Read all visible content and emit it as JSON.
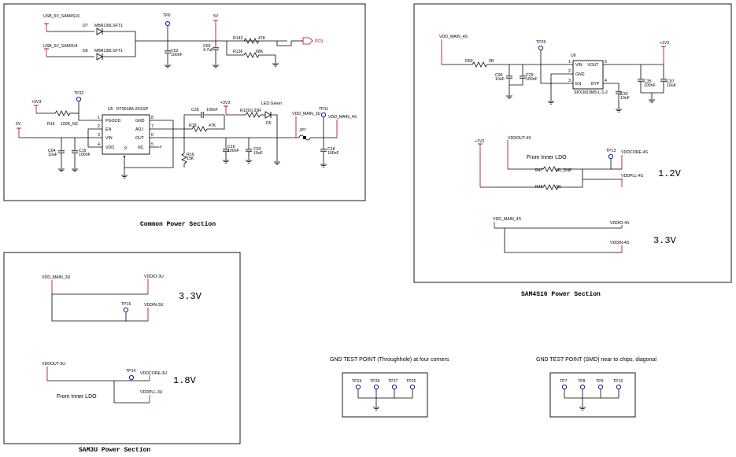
{
  "common": {
    "usb_5v_sam4s16": "USB_5V_SAM4S16",
    "usb_5v_sam3u4": "USB_5V_SAM3U4",
    "d7": "D7",
    "d7_part": "MBR130LSFT1",
    "d6": "D6",
    "d6_part": "MBR130LSFT1",
    "tp6": "TP6",
    "v5_top": "5V",
    "c52": "C52",
    "c52_val": "100nF",
    "c69": "C69",
    "c69_val": "4.7uF",
    "r143": "R143",
    "r143_val": "47K",
    "r136": "R136",
    "r136_val": "68K",
    "pc9": "PC9",
    "v3_left": "+3V3",
    "tp32": "TP32",
    "u5": "U5",
    "u5_part": "RT9018A-25GSP",
    "pin_pgood": "PGOOD",
    "pin_en": "EN",
    "pin_vin": "VIN",
    "pin_vdd": "VDD",
    "pin_gnd": "GND",
    "pin_adj": "ADJ",
    "pin_out": "OUT",
    "pin_nc": "NC",
    "pin_1": "1",
    "pin_2": "2",
    "pin_3": "3",
    "pin_4": "4",
    "pin_8": "8",
    "pin_7": "7",
    "pin_6": "6",
    "pin_5": "5",
    "pin_9": "9",
    "r16": "R16",
    "r16_val": "100K_NC",
    "v5_left": "5V",
    "c64": "C64",
    "c64_val": "10uF",
    "c15": "C15",
    "c15_val": "100nF",
    "c28": "C28",
    "c28_val": "100nF",
    "v3_mid": "+3V3",
    "r129": "R129",
    "r129_val": "0.33R",
    "led": "LED Green",
    "d5": "D5",
    "vdd_main_3u": "VDD_MAIN_3U",
    "tp11": "TP11",
    "vdd_main_4s": "VDD_MAIN_4S",
    "r18": "R18",
    "r18_val": "47K",
    "jp7": "JP7",
    "c16": "C16",
    "c16_val": "100nF",
    "c93": "C93",
    "c93_val": "10uF",
    "c18": "C18",
    "c18_val": "100nF",
    "r19": "R19",
    "r19_val": "15K",
    "caption": "Common Power Section"
  },
  "sam4s": {
    "vdd_main_4s": "VDD_MAIN_4S",
    "tp29": "TP29",
    "r50": "R50",
    "r50_val": "0R",
    "u6": "U6",
    "u6_part": "SPX3819M5-L-1-2",
    "pin_vin": "VIN",
    "pin_vout": "VOUT",
    "pin_gnd": "GND",
    "pin_en": "EN",
    "pin_byp": "BYP",
    "pin_1": "1",
    "pin_2": "2",
    "pin_3": "3",
    "pin_4": "4",
    "pin_5": "5",
    "c96": "C96",
    "c96_val": "10uF",
    "c29": "C29",
    "c29_val": "100nF",
    "c30": "C30",
    "c30_val": "10nF",
    "c35": "C35",
    "c35_val": "100nF",
    "c97": "C97",
    "c97_val": "10uF",
    "v12": "+1V2",
    "vddout_4s": "VDDOUT-4S",
    "v12_left": "+1V2",
    "tp13": "TP13",
    "vddcore_4s": "VDDCORE-4S",
    "from_inner_ldo": "From Inner LDO",
    "r47": "R47",
    "r47_val": "0R_DNP",
    "r48": "R48",
    "r48_val": "0R",
    "vddpll_4s": "VDDPLL-4S",
    "label_12v": "1.2V",
    "vdd_main_4s_b": "VDD_MAIN_4S",
    "vddio_4s": "VDDIO-4S",
    "vddin_4s": "VDDIN-4S",
    "label_33v": "3.3V",
    "caption": "SAM4S16 Power Section"
  },
  "sam3u": {
    "vdd_main_3u": "VDD_MAIN_3U",
    "vddio_3u": "VDDIO-3U",
    "tp15": "TP15",
    "vddin_3u": "VDDIN-3U",
    "label_33v": "3.3V",
    "vddout_3u": "VDDOUT-3U",
    "tp14": "TP14",
    "vddcore_3u": "VDDCORE-3U",
    "vddpll_3u": "VDDPLL-3U",
    "from_inner_ldo": "From Inner LDO",
    "label_18v": "1.8V",
    "caption": "SAM3U Power Section"
  },
  "gnd_th": {
    "title": "GND TEST POINT (Throughhole) at four corners",
    "tps": [
      "TP24",
      "TP26",
      "TP27",
      "TP25"
    ]
  },
  "gnd_smd": {
    "title": "GND TEST POINT (SMD) near to chips,  diagonal",
    "tps": [
      "TP7",
      "TP8",
      "TP9",
      "TP10"
    ]
  }
}
